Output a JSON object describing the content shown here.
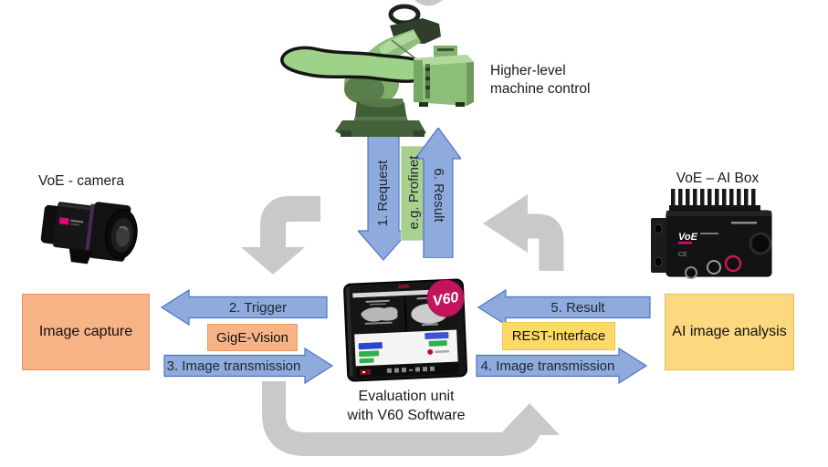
{
  "nodes": {
    "machine_control": "Higher-level\nmachine control",
    "camera": "VoE - camera",
    "ai_box": "VoE – AI Box",
    "evaluation_unit": "Evaluation unit\nwith V60 Software",
    "image_capture": "Image capture",
    "ai_image_analysis": "AI image analysis",
    "v60_badge": "V60"
  },
  "flows": {
    "request": "1. Request",
    "profinet": "e.g. Profinet",
    "result_to_control": "6. Result",
    "trigger": "2. Trigger",
    "gige_vision": "GigE-Vision",
    "image_transmission_camera": "3. Image transmission",
    "result_from_ai": "5. Result",
    "rest_interface": "REST-Interface",
    "image_transmission_ai": "4. Image transmission"
  },
  "devices": {
    "ai_box_logo": "VoE"
  },
  "colors": {
    "arrow_blue_fill": "#8faadc",
    "arrow_blue_stroke": "#4d74c4",
    "profinet_green": "#a9d18e",
    "orange_fill": "#f7b285",
    "yellow_fill": "#ffd966",
    "gold_fill": "#fcd87e",
    "gray_arrow": "#c9c9c9",
    "badge_magenta": "#c4145c",
    "brand_magenta": "#e5007d"
  }
}
